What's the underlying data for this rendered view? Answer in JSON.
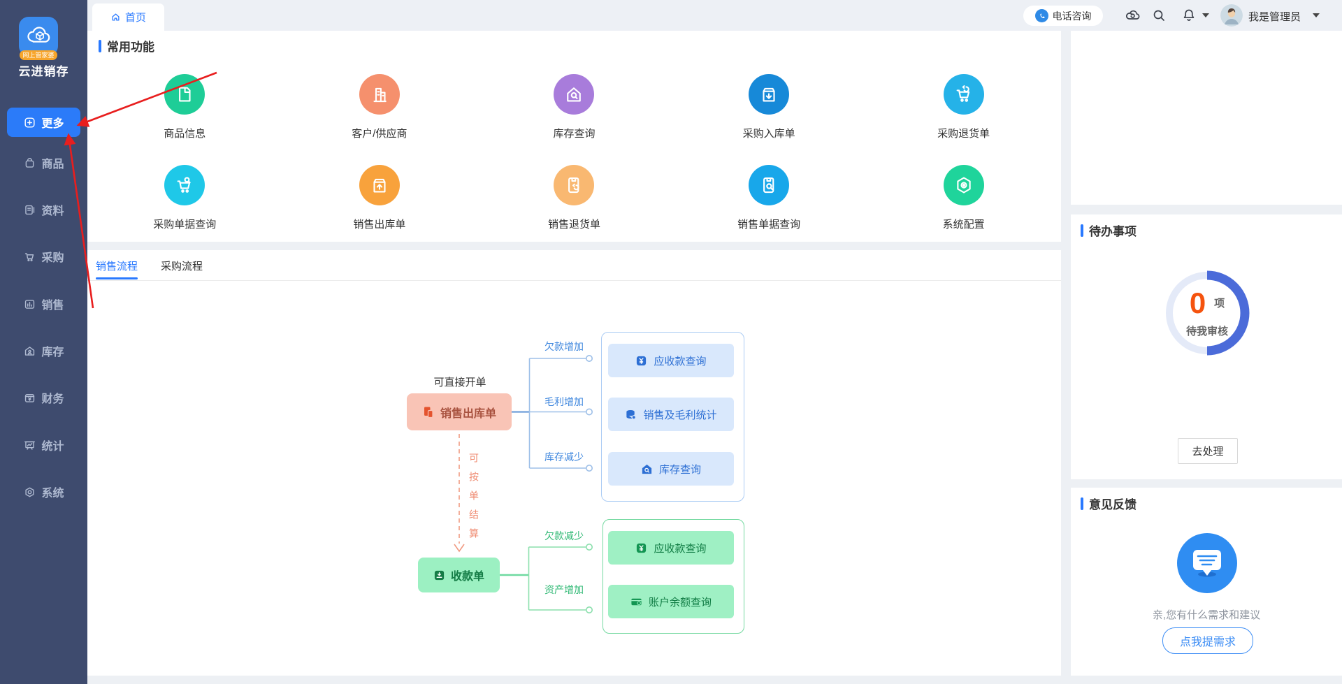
{
  "app": {
    "title": "云进销存",
    "logo_badge": "网上管家婆"
  },
  "sidebar": {
    "items": [
      {
        "label": "更多",
        "active": true
      },
      {
        "label": "商品",
        "active": false
      },
      {
        "label": "资料",
        "active": false
      },
      {
        "label": "采购",
        "active": false
      },
      {
        "label": "销售",
        "active": false
      },
      {
        "label": "库存",
        "active": false
      },
      {
        "label": "财务",
        "active": false
      },
      {
        "label": "统计",
        "active": false
      },
      {
        "label": "系统",
        "active": false
      }
    ]
  },
  "topbar": {
    "tab_home": "首页",
    "phone_consult": "电话咨询",
    "username": "我是管理员"
  },
  "quick": {
    "title": "常用功能",
    "items": [
      {
        "label": "商品信息",
        "color": "#1ecd97"
      },
      {
        "label": "客户/供应商",
        "color": "#f5906d"
      },
      {
        "label": "库存查询",
        "color": "#a87cdb"
      },
      {
        "label": "采购入库单",
        "color": "#1789d8"
      },
      {
        "label": "采购退货单",
        "color": "#25b2e8"
      },
      {
        "label": "采购单据查询",
        "color": "#1fc8e8"
      },
      {
        "label": "销售出库单",
        "color": "#f8a23c"
      },
      {
        "label": "销售退货单",
        "color": "#f9b871"
      },
      {
        "label": "销售单据查询",
        "color": "#18a7ea"
      },
      {
        "label": "系统配置",
        "color": "#1fd49b"
      }
    ]
  },
  "flow": {
    "tabs": [
      {
        "label": "销售流程"
      },
      {
        "label": "采购流程"
      }
    ],
    "note_direct": "可直接开单",
    "node_sales": "销售出库单",
    "branches_sales": [
      {
        "label": "欠款增加"
      },
      {
        "label": "毛利增加"
      },
      {
        "label": "库存减少"
      }
    ],
    "actions_sales": [
      {
        "label": "应收款查询"
      },
      {
        "label": "销售及毛利统计"
      },
      {
        "label": "库存查询"
      }
    ],
    "note_settle": "可按单结算",
    "node_receipt": "收款单",
    "branches_receipt": [
      {
        "label": "欠款减少"
      },
      {
        "label": "资产增加"
      }
    ],
    "actions_receipt": [
      {
        "label": "应收款查询"
      },
      {
        "label": "账户余额查询"
      }
    ]
  },
  "todo": {
    "title": "待办事项",
    "count": "0",
    "unit": "项",
    "caption": "待我审核",
    "action": "去处理"
  },
  "feedback": {
    "title": "意见反馈",
    "hint": "亲,您有什么需求和建议",
    "action": "点我提需求"
  },
  "colors": {
    "accent_blue": "#2979ff",
    "sidebar_bg": "#3e4b6e",
    "sidebar_active_bg": "#2b7bf9",
    "salmon_node_bg": "#f9c4b6",
    "salmon_node_text": "#a8523f",
    "salmon_node_icon": "#e4532e",
    "flow_blue_label": "#3f87de",
    "flow_blue_btn_bg": "#d9e8fc",
    "flow_blue_btn_text": "#2d6fd4",
    "flow_blue_border": "#abccf4",
    "flow_blue_line": "#9dbfe8",
    "flow_green_node_bg": "#9cf0c2",
    "flow_green_node_text": "#157c46",
    "flow_green_label": "#2eb873",
    "flow_green_btn_bg": "#9ff0c4",
    "flow_green_btn_text": "#107c44",
    "flow_green_border": "#74d9a0",
    "flow_green_line": "#8adfac",
    "dashed_salmon": "#f09980",
    "donut_blue": "#4b6bd9",
    "donut_track": "#e4eaf8",
    "todo_count_orange": "#f5530e",
    "feedback_blue": "#2f8df2",
    "annotation_red": "#e81e1e"
  }
}
